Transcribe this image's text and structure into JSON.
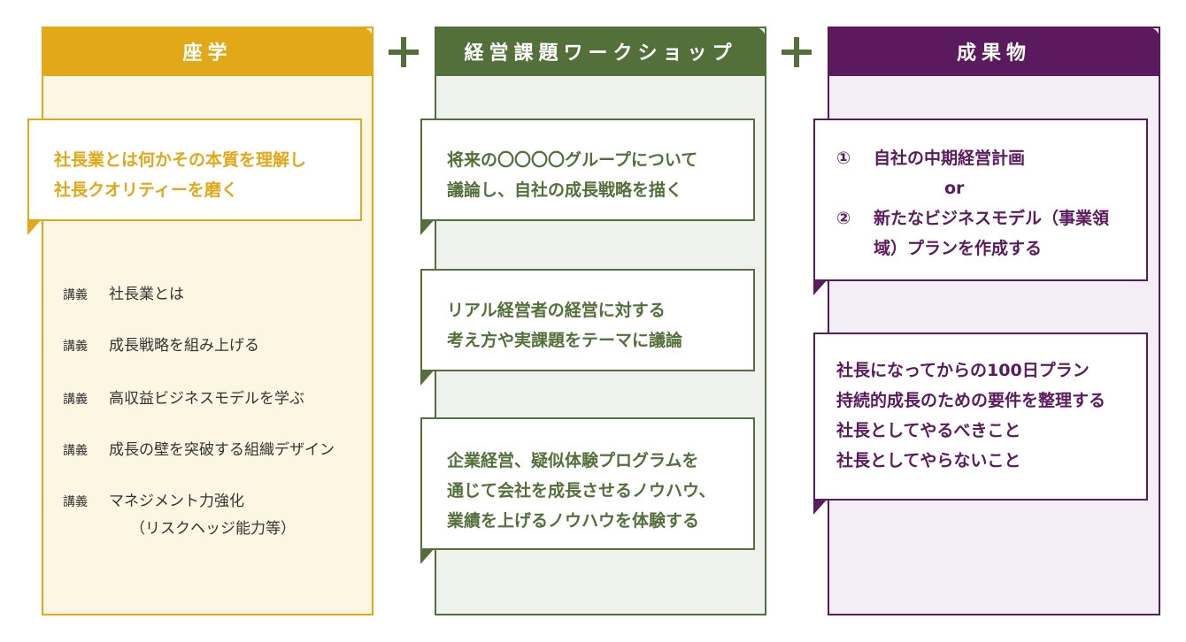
{
  "columns": [
    {
      "header": "座学",
      "callout": [
        "社長業とは何かその本質を理解し",
        "社長クオリティーを磨く"
      ],
      "lectures": [
        {
          "tag": "講義",
          "text": "社長業とは"
        },
        {
          "tag": "講義",
          "text": "成長戦略を組み上げる"
        },
        {
          "tag": "講義",
          "text": "高収益ビジネスモデルを学ぶ"
        },
        {
          "tag": "講義",
          "text": "成長の壁を突破する組織デザイン"
        },
        {
          "tag": "講義",
          "text": "マネジメント力強化",
          "sub": "（リスクヘッジ能力等）"
        }
      ]
    },
    {
      "header": "経営課題ワークショップ",
      "callouts": [
        [
          "将来の〇〇〇〇グループについて",
          "議論し、自社の成長戦略を描く"
        ],
        [
          "リアル経営者の経営に対する",
          "考え方や実課題をテーマに議論"
        ],
        [
          "企業経営、疑似体験プログラムを",
          "通じて会社を成長させるノウハウ、",
          "業績を上げるノウハウを体験する"
        ]
      ]
    },
    {
      "header": "成果物",
      "callout1": {
        "item1": {
          "num": "①",
          "text": "自社の中期経営計画"
        },
        "or": "or",
        "item2": {
          "num": "②",
          "text": "新たなビジネスモデル（事業領",
          "text2": "域）プランを作成する"
        }
      },
      "callout2": [
        "社長になってからの100日プラン",
        "持続的成長のための要件を整理する",
        "社長としてやるべきこと",
        "社長としてやらないこと"
      ]
    }
  ],
  "colors": {
    "gold": "#e3a817",
    "green": "#53703a",
    "purple": "#5c1a5e"
  }
}
